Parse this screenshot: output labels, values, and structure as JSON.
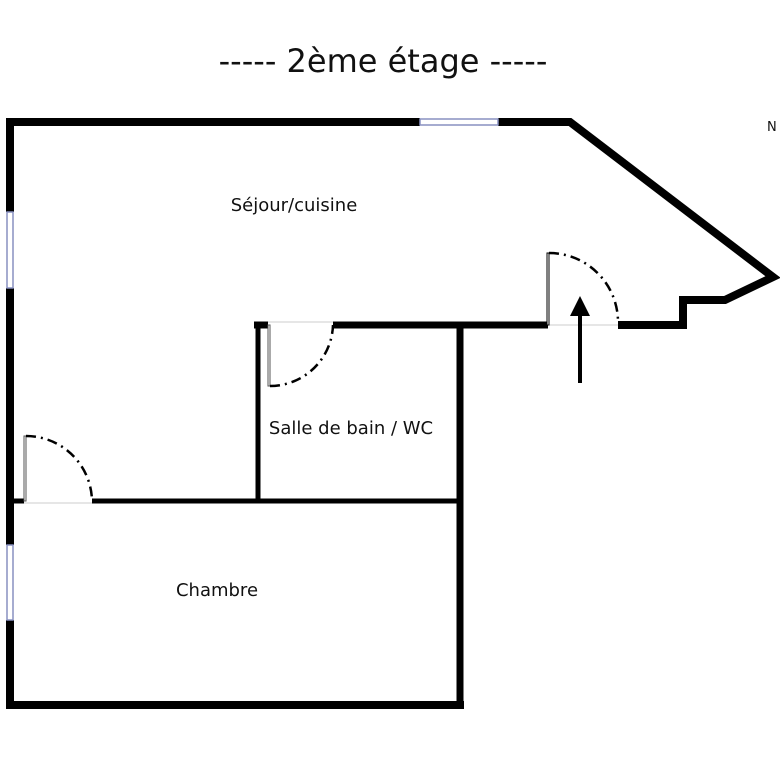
{
  "title": "-----  2ème étage  -----",
  "compass": "N",
  "rooms": {
    "sejour": "Séjour/cuisine",
    "sdb": "Salle de bain / WC",
    "chambre": "Chambre"
  },
  "colors": {
    "wall": "#000000",
    "window": "#8890c0"
  }
}
